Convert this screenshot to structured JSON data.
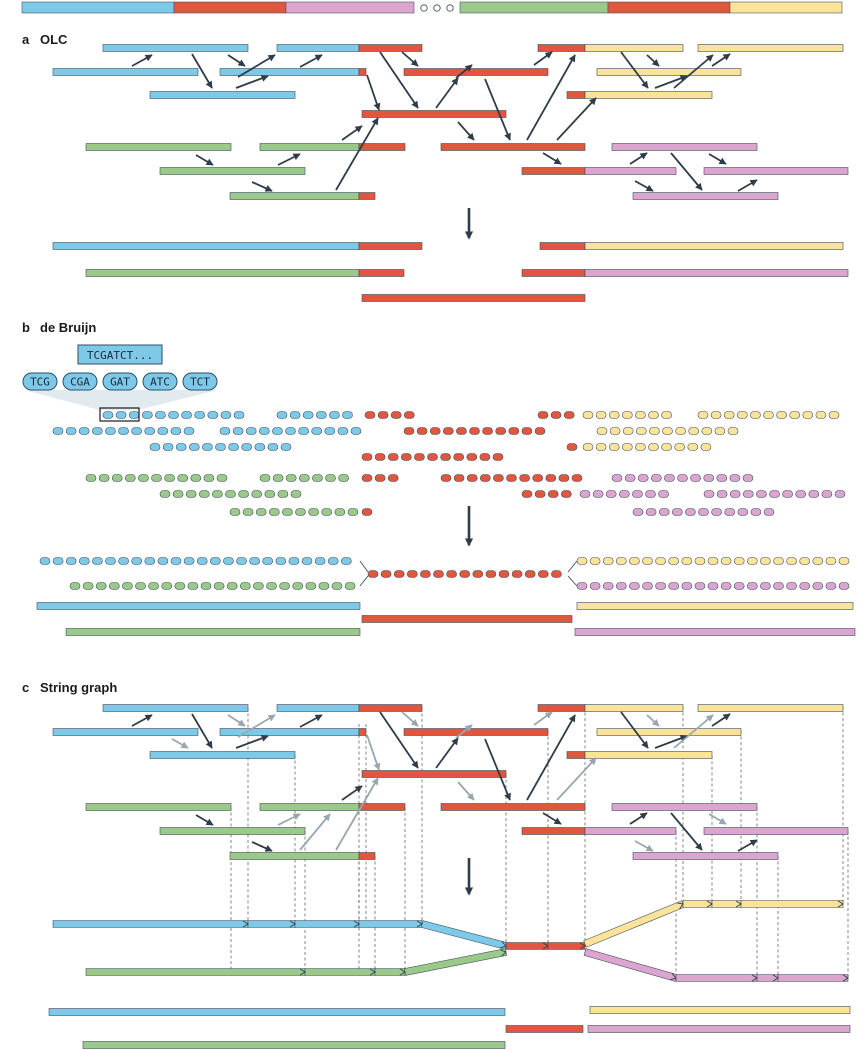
{
  "panels": {
    "a": {
      "letter": "a",
      "title": "OLC"
    },
    "b": {
      "letter": "b",
      "title": "de Bruijn"
    },
    "c": {
      "letter": "c",
      "title": "String graph"
    }
  },
  "header": {
    "ellipsis": "○ ○ ○"
  },
  "debruijn": {
    "sequence": "TCGATCT...",
    "kmers": [
      "TCG",
      "CGA",
      "GAT",
      "ATC",
      "TCT"
    ]
  },
  "colors": {
    "blue": "#7ec8e8",
    "red": "#e2553e",
    "pink": "#dba5cf",
    "green": "#9bc98a",
    "yellow": "#fbe39a",
    "arrow_dark": "#2f3d4a",
    "arrow_grey": "#98a6b0"
  }
}
